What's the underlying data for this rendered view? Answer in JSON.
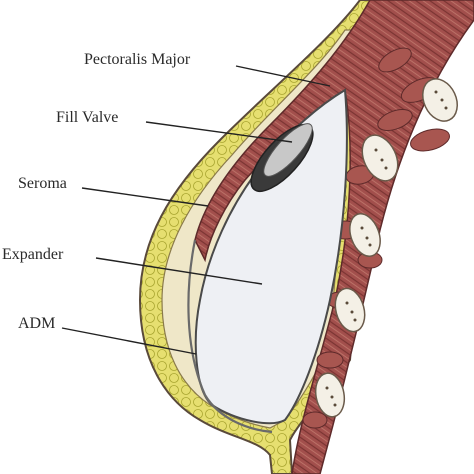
{
  "labels": {
    "pectoralis_major": "Pectoralis Major",
    "fill_valve": "Fill Valve",
    "seroma": "Seroma",
    "expander": "Expander",
    "adm": "ADM"
  },
  "colors": {
    "skin_outline": "#5a4a3a",
    "fat_yellow": "#e8e27a",
    "fat_outline": "#9b9a2a",
    "seroma_fill": "#efe7c8",
    "muscle_red": "#9c4a4a",
    "muscle_dark": "#6e2e2e",
    "expander_fill": "#eef0f4",
    "valve_dark": "#3a3a3a",
    "rib_fill": "#f4f0e6",
    "leader_line": "#222222"
  }
}
